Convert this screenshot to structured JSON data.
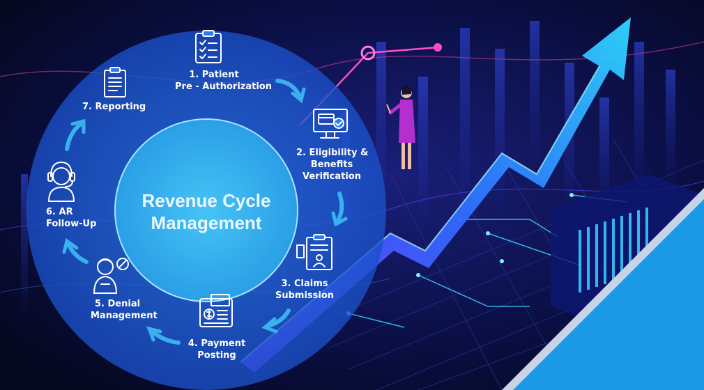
{
  "diagram": {
    "title_lines": [
      "Revenue Cycle",
      "Management"
    ],
    "steps": [
      {
        "id": 1,
        "lines": [
          "1. Patient",
          "Pre - Authorization"
        ],
        "icon": "clipboard-checklist-icon"
      },
      {
        "id": 2,
        "lines": [
          "2. Eligibility &",
          "Benefits",
          "Verification"
        ],
        "icon": "monitor-card-icon"
      },
      {
        "id": 3,
        "lines": [
          "3. Claims",
          "Submission"
        ],
        "icon": "claim-form-icon"
      },
      {
        "id": 4,
        "lines": [
          "4. Payment",
          "Posting"
        ],
        "icon": "payment-terminal-icon"
      },
      {
        "id": 5,
        "lines": [
          "5. Denial",
          "Management"
        ],
        "icon": "denial-agent-icon"
      },
      {
        "id": 6,
        "lines": [
          "6. AR",
          "Follow-Up"
        ],
        "icon": "headset-agent-icon"
      },
      {
        "id": 7,
        "lines": [
          "7. Reporting"
        ],
        "icon": "report-document-icon"
      }
    ],
    "colors": {
      "background": "#070a2e",
      "outer_circle": "#1f6fe0",
      "inner_circle": "#3cb4f0",
      "arrow": "#3ab0ee",
      "accent_corner": "#1a9ae6",
      "growth_arrow": "#2fc6ff"
    }
  }
}
